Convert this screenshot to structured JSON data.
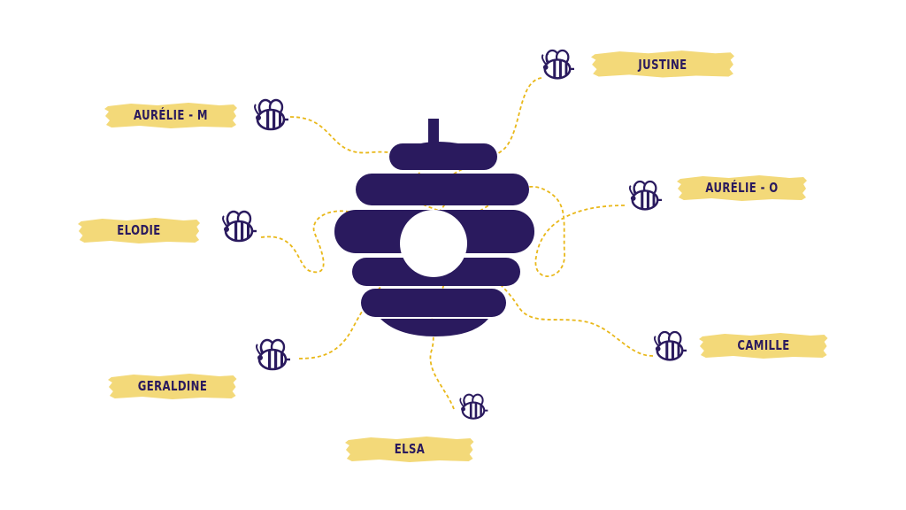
{
  "colors": {
    "hive": "#2a1a5e",
    "stripe": "#f3d979",
    "trail": "#e9b81a",
    "background": "#ffffff"
  },
  "hive": {
    "icon": "beehive-icon"
  },
  "people": [
    {
      "id": "aurelie-m",
      "name": "AURÉLIE - M"
    },
    {
      "id": "justine",
      "name": "JUSTINE"
    },
    {
      "id": "elodie",
      "name": "ELODIE"
    },
    {
      "id": "aurelie-o",
      "name": "AURÉLIE - O"
    },
    {
      "id": "geraldine",
      "name": "GERALDINE"
    },
    {
      "id": "camille",
      "name": "CAMILLE"
    },
    {
      "id": "elsa",
      "name": "ELSA"
    }
  ]
}
